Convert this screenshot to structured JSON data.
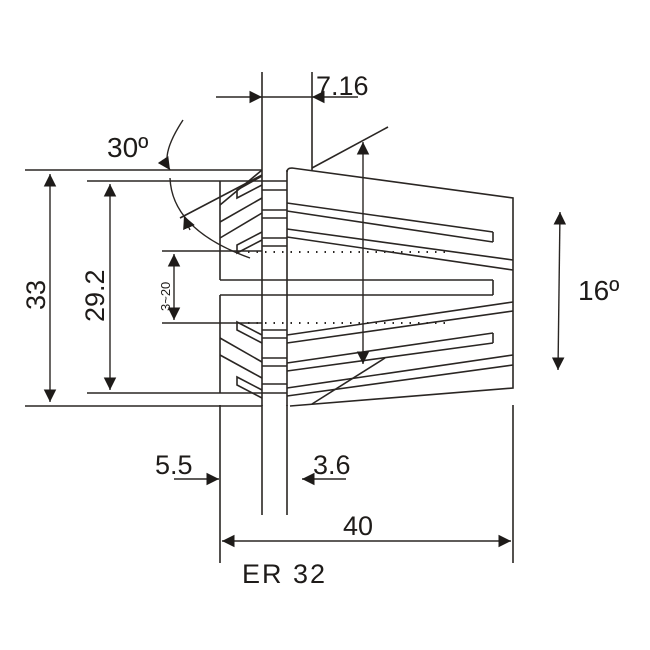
{
  "drawing": {
    "model": "ER 32",
    "colors": {
      "line": "#2a2623",
      "text": "#1e1b19",
      "background": "#ffffff"
    },
    "dimensions": {
      "top_width": "7.16",
      "angle_front": "30º",
      "angle_taper": "16º",
      "outer_diameter": "33",
      "inner_diameter": "29.2",
      "clamping_range": "3~20",
      "front_offset": "5.5",
      "groove_offset": "3.6",
      "overall_length": "40"
    }
  }
}
